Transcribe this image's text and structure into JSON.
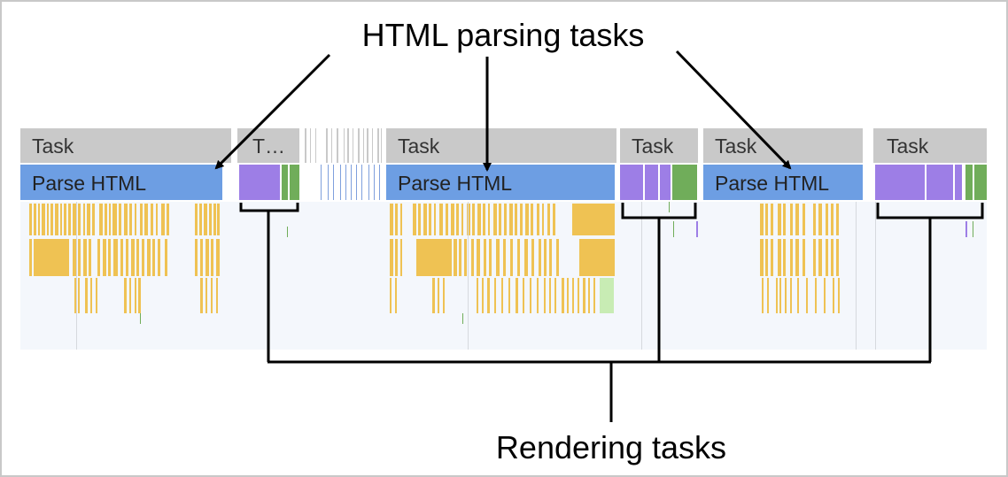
{
  "annotations": {
    "top_label": "HTML parsing tasks",
    "bottom_label": "Rendering tasks"
  },
  "task_labels": [
    "Task",
    "T…",
    "Task",
    "Task",
    "Task",
    "Task"
  ],
  "parse_labels": [
    "Parse HTML",
    "Parse HTML",
    "Parse HTML"
  ],
  "colors": {
    "task": "#c9c9c9",
    "parse": "#6d9ee3",
    "scripting": "#efc253",
    "rendering": "#9d7ee6",
    "painting": "#70ad5a",
    "track_bg": "#f4f7fc",
    "ink": "#000000",
    "frame": "#c8c8c8"
  }
}
